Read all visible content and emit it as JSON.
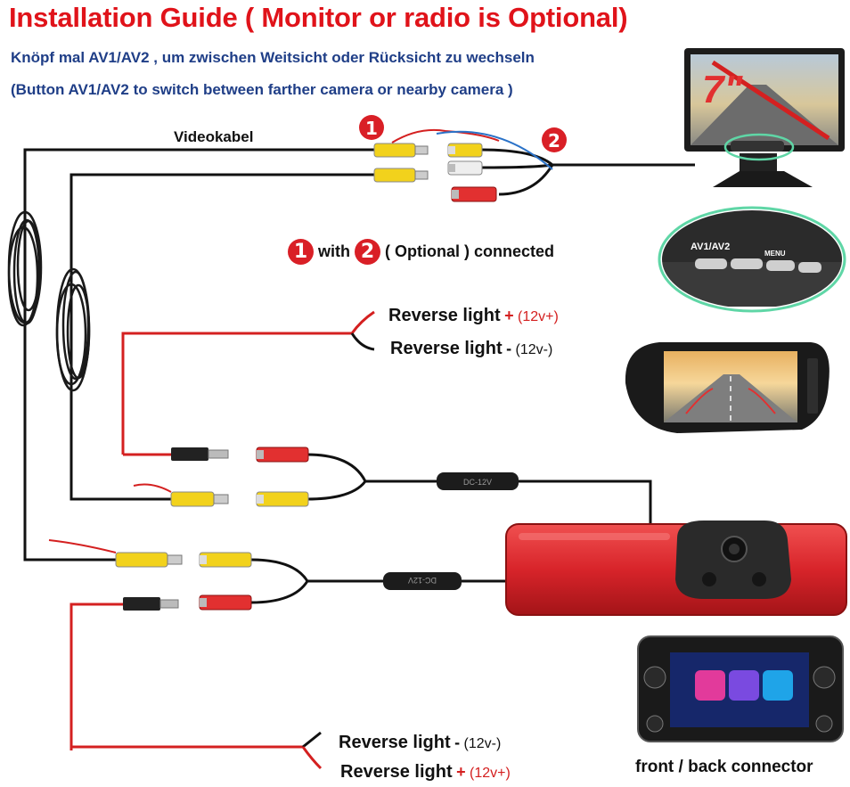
{
  "header": {
    "title": "Installation Guide ( Monitor or radio is Optional)",
    "subtitle_de": "Knöpf mal AV1/AV2 , um zwischen Weitsicht oder Rücksicht zu wechseln",
    "subtitle_en": "(Button AV1/AV2 to switch between farther camera or nearby camera )"
  },
  "labels": {
    "videokabel": "Videokabel",
    "marker_1": "1",
    "marker_2": "2",
    "with": "with",
    "optional_connected": "( Optional ) connected",
    "reverse_light": "Reverse light",
    "plus": "+",
    "minus": "-",
    "v12_plus": "(12v+)",
    "v12_minus": "(12v-)",
    "dc_12v": "DC-12V",
    "av_label": "AV1/AV2",
    "menu_label": "MENU",
    "monitor_size": "7\"",
    "front_back_connector": "front / back connector"
  },
  "colors": {
    "title_red": "#e0131a",
    "subtitle_blue": "#1f3e87",
    "wire_red": "#d42020",
    "wire_black": "#111111",
    "connector_yellow": "#f2d21c",
    "connector_red": "#e23030",
    "connector_white": "#eeeeee",
    "brake_light_red": "#d8242a",
    "highlight_green": "#5fd6a6"
  }
}
